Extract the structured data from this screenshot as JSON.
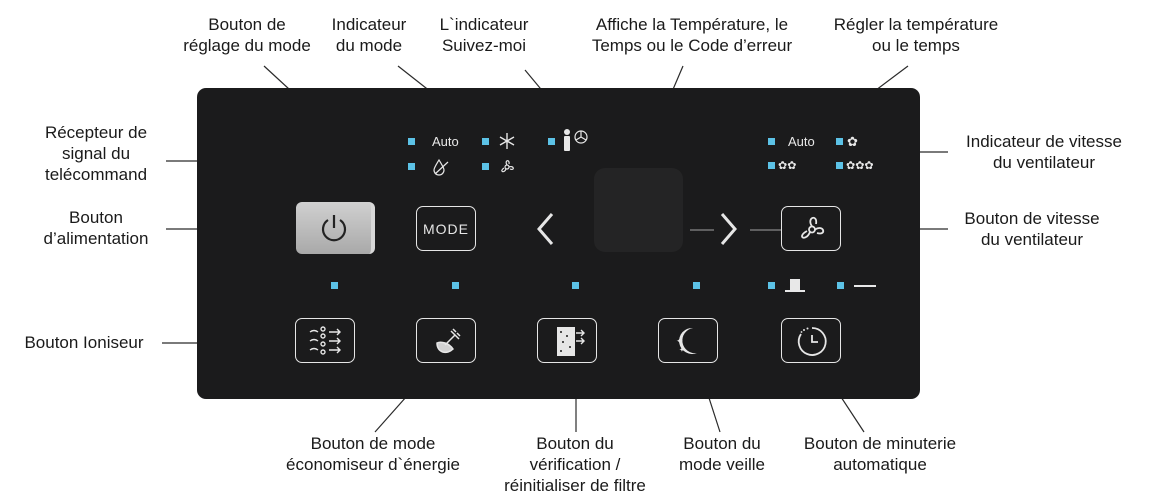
{
  "labels": {
    "recepteur": [
      "Récepteur de",
      "signal du",
      "telécommand"
    ],
    "bouton_alimentation": [
      "Bouton",
      "d’alimentation"
    ],
    "bouton_ioniseur": [
      "Bouton Ioniseur"
    ],
    "bouton_reglage_mode": [
      "Bouton de",
      "réglage du mode"
    ],
    "indicateur_mode": [
      "Indicateur",
      "du mode"
    ],
    "indicateur_suivez_moi": [
      "L`indicateur",
      "Suivez-moi"
    ],
    "affiche_temperature": [
      "Affiche la Température, le",
      "Temps ou le Code d’erreur"
    ],
    "regler_temperature": [
      "Régler la température",
      "ou le temps"
    ],
    "indicateur_vitesse": [
      "Indicateur de vitesse",
      "du ventilateur"
    ],
    "bouton_vitesse": [
      "Bouton de vitesse",
      "du ventilateur"
    ],
    "bouton_economiseur": [
      "Bouton de mode",
      "économiseur d`énergie"
    ],
    "bouton_filtre": [
      "Bouton du",
      "vérification /",
      "réinitialiser de filtre"
    ],
    "bouton_veille": [
      "Bouton du",
      "mode veille"
    ],
    "bouton_minuterie": [
      "Bouton de minuterie",
      "automatique"
    ]
  },
  "panel": {
    "mode_auto": "Auto",
    "fan_auto": "Auto",
    "mode_button": "MODE",
    "led_color": "#5cc2e6"
  },
  "icons": [
    "power-icon",
    "snowflake-icon",
    "dry-icon",
    "fan-icon",
    "follow-me-icon",
    "fan-speed-icon",
    "ionizer-icon",
    "eco-plug-icon",
    "filter-icon",
    "sleep-moon-icon",
    "timer-icon",
    "chevron-left-icon",
    "chevron-right-icon"
  ]
}
